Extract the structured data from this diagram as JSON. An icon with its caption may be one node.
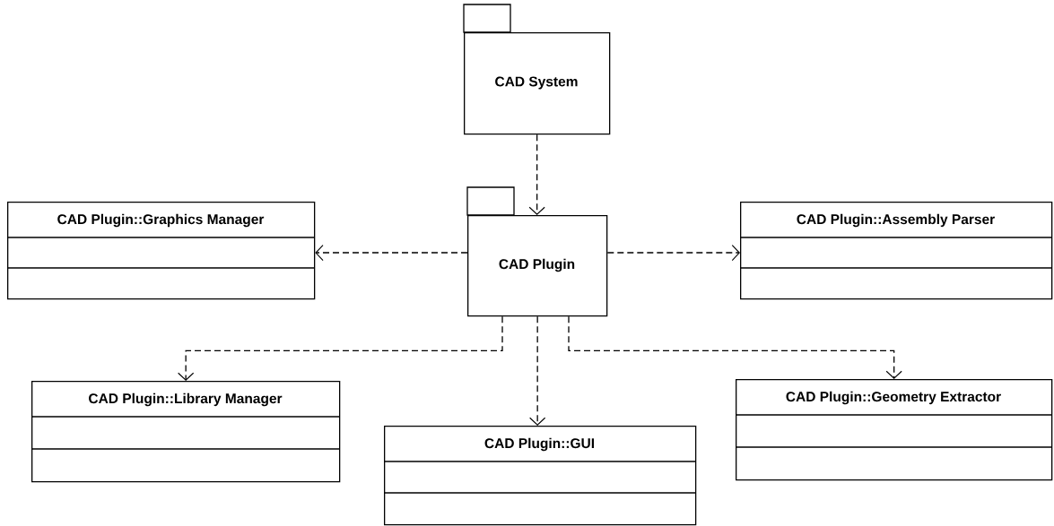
{
  "diagram": {
    "nodes": [
      {
        "text": [
          "CAD System"
        ]
      },
      {
        "text": [
          "CAD Plugin"
        ]
      },
      {
        "text": [
          "CAD Plugin::Graphics Manager"
        ]
      },
      {
        "text": [
          "CAD Plugin::Assembly Parser"
        ]
      },
      {
        "text": [
          "CAD Plugin::Library Manager"
        ]
      },
      {
        "text": [
          "CAD Plugin::GUI"
        ]
      },
      {
        "text": [
          "CAD Plugin::Geometry Extractor"
        ]
      }
    ],
    "edges": [
      {
        "from": 0,
        "to": 1,
        "arrow": "to",
        "style": "dashed"
      },
      {
        "from": 1,
        "to": 2,
        "arrow": "to",
        "style": "dashed"
      },
      {
        "from": 1,
        "to": 3,
        "arrow": "to",
        "style": "dashed"
      },
      {
        "from": 1,
        "to": 4,
        "arrow": "to",
        "style": "dashed"
      },
      {
        "from": 1,
        "to": 5,
        "arrow": "to",
        "style": "dashed"
      },
      {
        "from": 1,
        "to": 6,
        "arrow": "to",
        "style": "dashed"
      }
    ]
  }
}
